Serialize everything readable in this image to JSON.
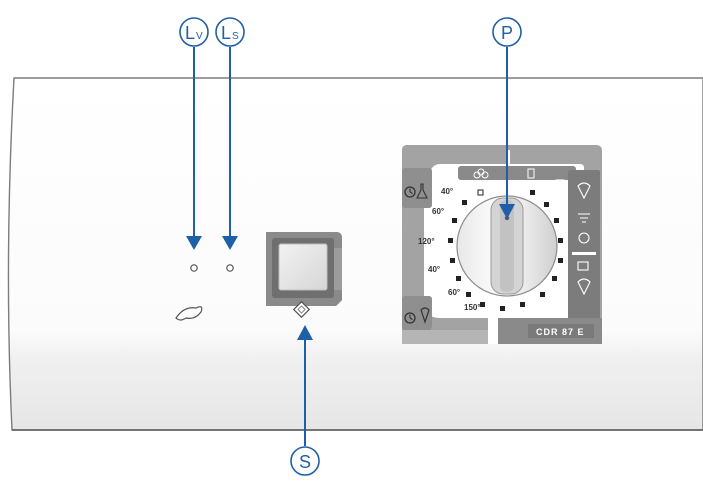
{
  "callouts": {
    "lv": {
      "letter": "L",
      "sub": "V"
    },
    "ls": {
      "letter": "L",
      "sub": "S"
    },
    "p": {
      "letter": "P"
    },
    "s": {
      "letter": "S"
    }
  },
  "dial": {
    "temps": [
      "40°",
      "60°",
      "120°",
      "40°",
      "60°",
      "150°"
    ]
  },
  "model": {
    "label": "CDR 87 E"
  },
  "colors": {
    "callout_blue": "#1f5fa8",
    "panel_gray": "#9a9a9a",
    "panel_dark": "#7a7a7a"
  },
  "icons": [
    "clock-icon",
    "timer-icon",
    "tshirt-icon",
    "button-icon",
    "dry-icon"
  ]
}
